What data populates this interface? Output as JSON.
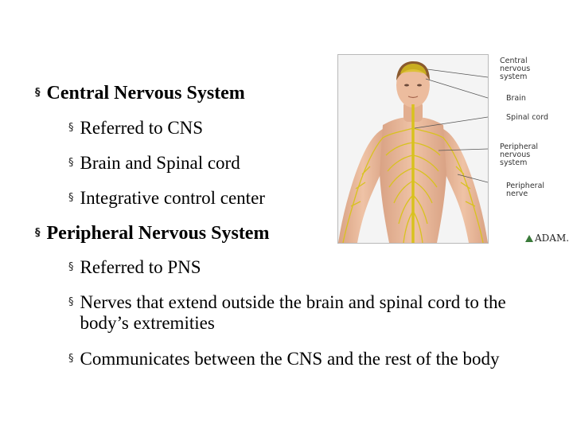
{
  "bullets": {
    "cns": {
      "heading": "Central Nervous System",
      "items": [
        "Referred to CNS",
        "Brain and Spinal cord",
        "Integrative control center"
      ]
    },
    "pns": {
      "heading": "Peripheral Nervous System",
      "items": [
        "Referred to PNS",
        "Nerves that extend outside the brain and spinal cord to the body’s extremities",
        "Communicates between the CNS and the rest of the body"
      ]
    }
  },
  "bullet_glyph": "§",
  "figure": {
    "labels": {
      "central": "Central nervous system",
      "brain": "Brain",
      "spinal": "Spinal cord",
      "peripheral_system": "Peripheral nervous system",
      "peripheral_nerve": "Peripheral nerve"
    },
    "logo": "ADAM."
  },
  "colors": {
    "skin": "#e4b496",
    "nerve": "#d8c21e",
    "hair": "#8a5a2e"
  }
}
